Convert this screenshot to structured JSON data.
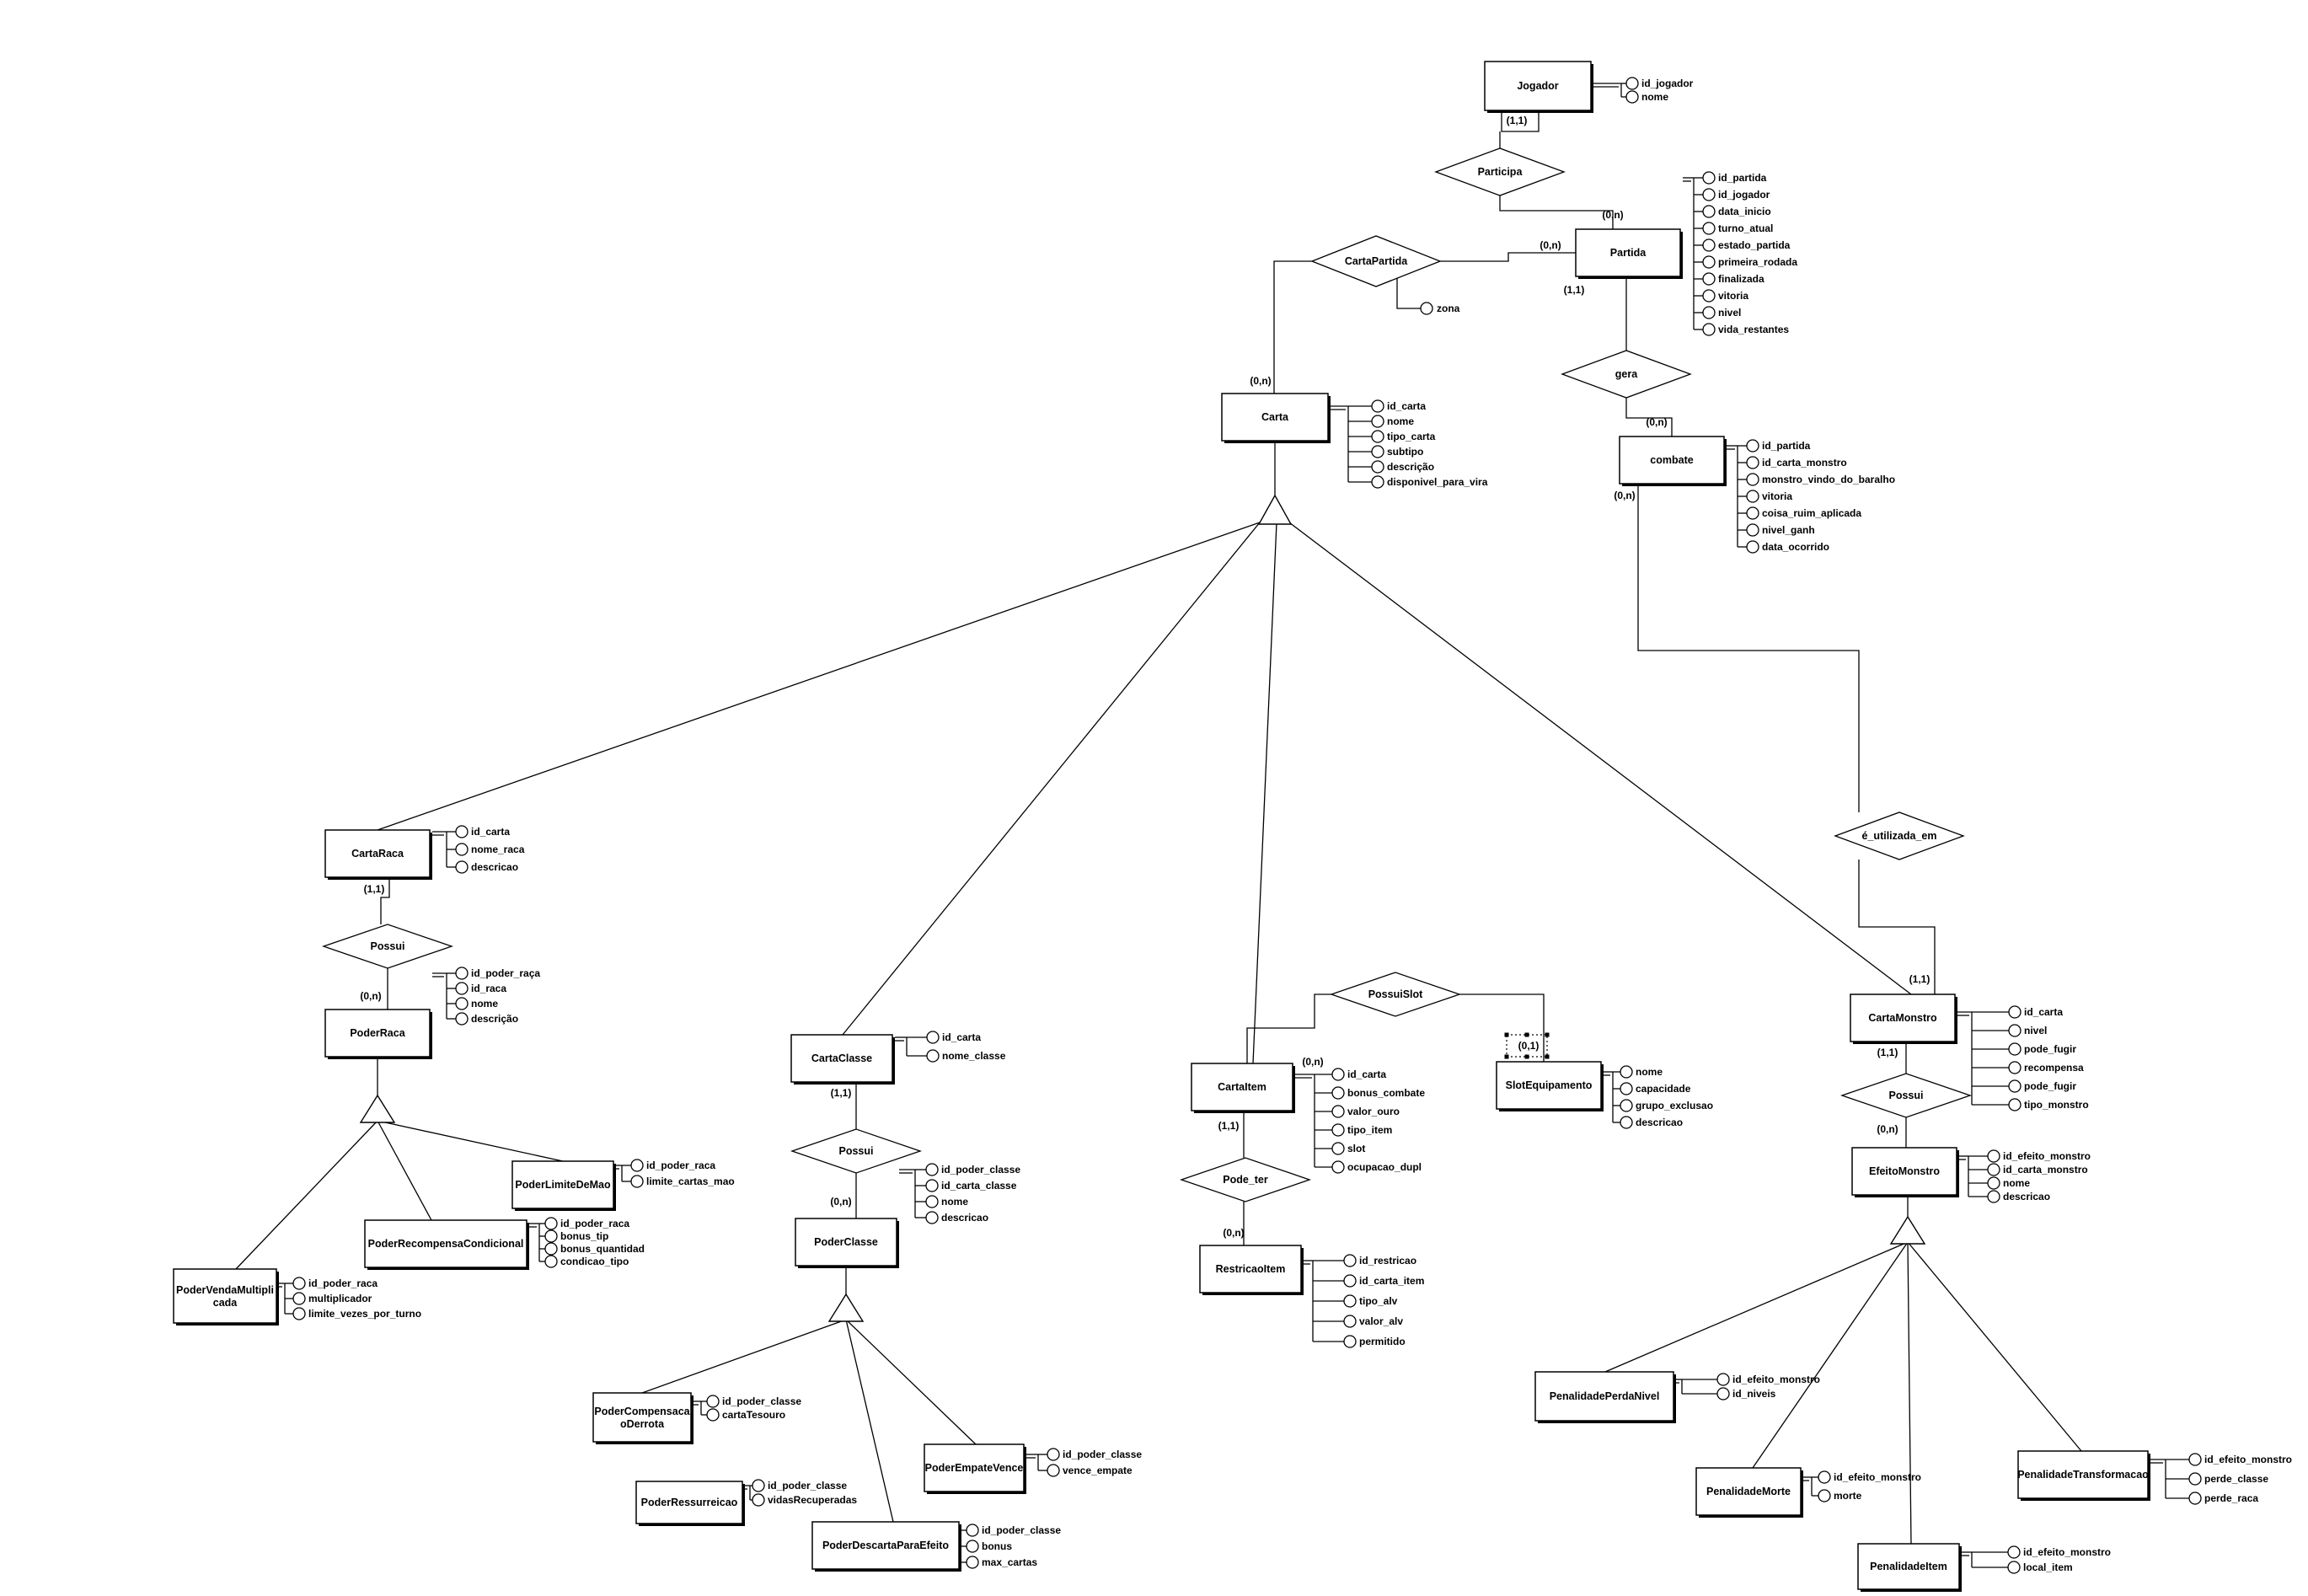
{
  "colors": {
    "line": "#000000",
    "background": "#ffffff"
  },
  "entities": [
    {
      "id": "jogador",
      "name": "Jogador",
      "attributes": [
        "id_jogador",
        "nome"
      ]
    },
    {
      "id": "partida",
      "name": "Partida",
      "attributes": [
        "id_partida",
        "id_jogador",
        "data_inicio",
        "turno_atual",
        "estado_partida",
        "primeira_rodada",
        "finalizada",
        "vitoria",
        "nivel",
        "vida_restantes"
      ]
    },
    {
      "id": "carta",
      "name": "Carta",
      "attributes": [
        "id_carta",
        "nome",
        "tipo_carta",
        "subtipo",
        "descrição",
        "disponivel_para_vira"
      ]
    },
    {
      "id": "combate",
      "name": "combate",
      "attributes": [
        "id_partida",
        "id_carta_monstro",
        "monstro_vindo_do_baralho",
        "vitoria",
        "coisa_ruim_aplicada",
        "nivel_ganh",
        "data_ocorrido"
      ]
    },
    {
      "id": "cartaraca",
      "name": "CartaRaca",
      "attributes": [
        "id_carta",
        "nome_raca",
        "descricao"
      ]
    },
    {
      "id": "poderraca",
      "name": "PoderRaca",
      "attributes": [
        "id_poder_raça",
        "id_raca",
        "nome",
        "descrição"
      ]
    },
    {
      "id": "poderlimite",
      "name": "PoderLimiteDeMao",
      "attributes": [
        "id_poder_raca",
        "limite_cartas_mao"
      ]
    },
    {
      "id": "poderrecompensa",
      "name": "PoderRecompensaCondicional",
      "attributes": [
        "id_poder_raca",
        "bonus_tip",
        "bonus_quantidad",
        "condicao_tipo"
      ]
    },
    {
      "id": "podervenda",
      "name": "PoderVendaMultiplicada",
      "lines": [
        "PoderVendaMultipli",
        "cada"
      ],
      "attributes": [
        "id_poder_raca",
        "multiplicador",
        "limite_vezes_por_turno"
      ]
    },
    {
      "id": "cartaclasse",
      "name": "CartaClasse",
      "attributes": [
        "id_carta",
        "nome_classe"
      ]
    },
    {
      "id": "poderclasse",
      "name": "PoderClasse",
      "attributes": [
        "id_poder_classe",
        "id_carta_classe",
        "nome",
        "descricao"
      ]
    },
    {
      "id": "podercompensa",
      "name": "PoderCompensacaoDerrota",
      "lines": [
        "PoderCompensaca",
        "oDerrota"
      ],
      "attributes": [
        "id_poder_classe",
        "cartaTesouro"
      ]
    },
    {
      "id": "poderempate",
      "name": "PoderEmpateVence",
      "attributes": [
        "id_poder_classe",
        "vence_empate"
      ]
    },
    {
      "id": "poderressurreicao",
      "name": "PoderRessurreicao",
      "attributes": [
        "id_poder_classe",
        "vidasRecuperadas"
      ]
    },
    {
      "id": "poderdescarta",
      "name": "PoderDescartaParaEfeito",
      "attributes": [
        "id_poder_classe",
        "bonus",
        "max_cartas"
      ]
    },
    {
      "id": "cartaitem",
      "name": "CartaItem",
      "attributes": [
        "id_carta",
        "bonus_combate",
        "valor_ouro",
        "tipo_item",
        "slot",
        "ocupacao_dupl"
      ]
    },
    {
      "id": "slotequip",
      "name": "SlotEquipamento",
      "attributes": [
        "nome",
        "capacidade",
        "grupo_exclusao",
        "descricao"
      ]
    },
    {
      "id": "restricao",
      "name": "RestricaoItem",
      "attributes": [
        "id_restricao",
        "id_carta_item",
        "tipo_alv",
        "valor_alv",
        "permitido"
      ]
    },
    {
      "id": "cartamonstro",
      "name": "CartaMonstro",
      "attributes": [
        "id_carta",
        "nivel",
        "pode_fugir",
        "recompensa",
        "pode_fugir",
        "tipo_monstro"
      ]
    },
    {
      "id": "efeitomonstro",
      "name": "EfeitoMonstro",
      "attributes": [
        "id_efeito_monstro",
        "id_carta_monstro",
        "nome",
        "descricao"
      ]
    },
    {
      "id": "penperdanivel",
      "name": "PenalidadePerdaNivel",
      "attributes": [
        "id_efeito_monstro",
        "id_niveis"
      ]
    },
    {
      "id": "penmorte",
      "name": "PenalidadeMorte",
      "attributes": [
        "id_efeito_monstro",
        "morte"
      ]
    },
    {
      "id": "penitem",
      "name": "PenalidadeItem",
      "attributes": [
        "id_efeito_monstro",
        "local_item"
      ]
    },
    {
      "id": "pentransf",
      "name": "PenalidadeTransformacao",
      "attributes": [
        "id_efeito_monstro",
        "perde_classe",
        "perde_raca"
      ]
    }
  ],
  "relationships": [
    {
      "id": "participa",
      "name": "Participa"
    },
    {
      "id": "cartapartida",
      "name": "CartaPartida",
      "attributes": [
        "zona"
      ]
    },
    {
      "id": "gera",
      "name": "gera"
    },
    {
      "id": "eutilizada",
      "name": "é_utilizada_em"
    },
    {
      "id": "possui_raca",
      "name": "Possui"
    },
    {
      "id": "possui_classe",
      "name": "Possui"
    },
    {
      "id": "possui_monstro",
      "name": "Possui"
    },
    {
      "id": "possuislot",
      "name": "PossuiSlot"
    },
    {
      "id": "podeter",
      "name": "Pode_ter"
    }
  ],
  "cardinalities": {
    "jogador_participa": "(1,1)",
    "partida_participa": "(0,n)",
    "partida_cartapartida": "(0,n)",
    "carta_cartapartida": "(0,n)",
    "partida_gera": "(1,1)",
    "combate_gera": "(0,n)",
    "combate_eutilizada": "(0,n)",
    "cartamonstro_eutilizada": "(1,1)",
    "cartaraca_possui": "(1,1)",
    "poderraca_possui": "(0,n)",
    "cartaclasse_possui": "(1,1)",
    "poderclasse_possui": "(0,n)",
    "cartamonstro_possui": "(1,1)",
    "efeitomonstro_possui": "(0,n)",
    "cartaitem_possuislot": "(0,n)",
    "slot_possuislot": "(0,1)",
    "cartaitem_podeter": "(1,1)",
    "restricao_podeter": "(0,n)"
  }
}
